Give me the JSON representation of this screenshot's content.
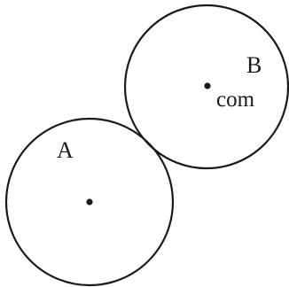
{
  "circles": [
    {
      "label": "A",
      "sublabel": ""
    },
    {
      "label": "B",
      "sublabel": "com"
    }
  ],
  "colors": {
    "stroke": "#1a1a1a",
    "background": "#ffffff"
  }
}
